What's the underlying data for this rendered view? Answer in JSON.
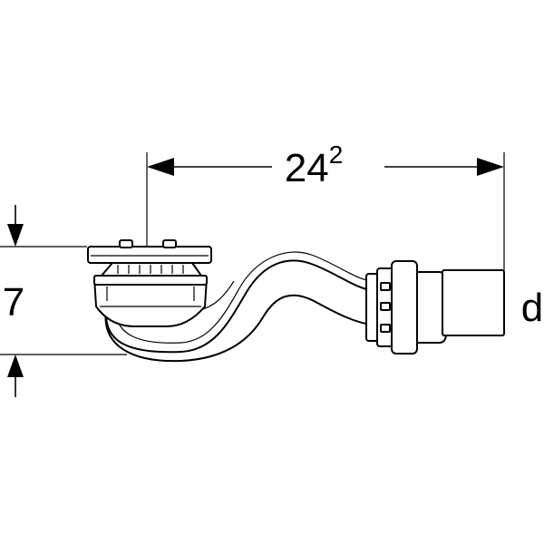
{
  "dimensions": {
    "length": {
      "main": "24",
      "sup": "2"
    },
    "height": "7",
    "diameter": "d"
  },
  "colors": {
    "line": "#000000",
    "background": "#ffffff"
  }
}
